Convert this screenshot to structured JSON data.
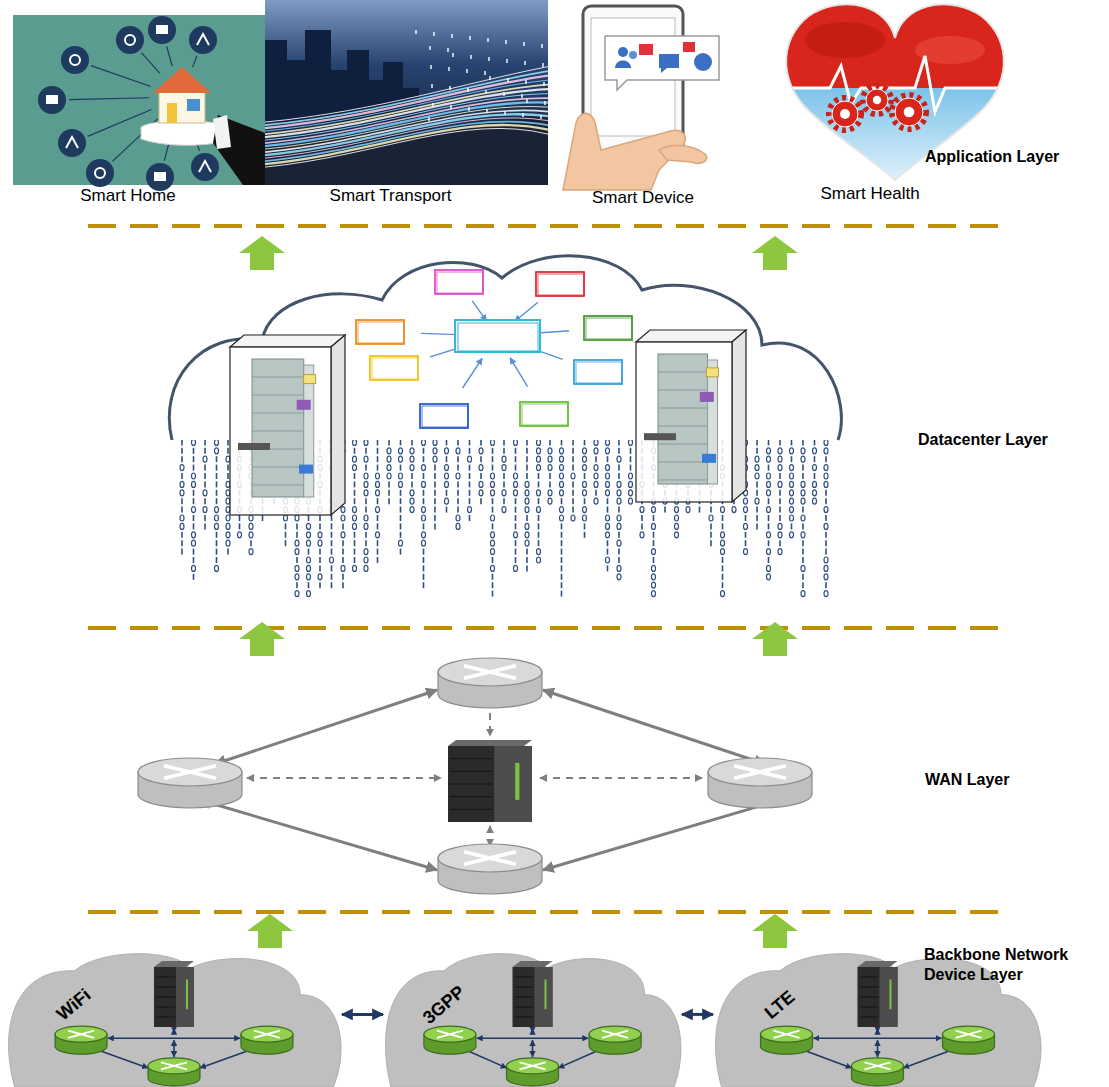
{
  "diagram": {
    "nodes": [
      {
        "text": [
          "Smart Home"
        ]
      },
      {
        "text": [
          "Smart Transport"
        ]
      },
      {
        "text": [
          "Smart Device"
        ]
      },
      {
        "text": [
          "Smart Health"
        ]
      },
      {
        "text": [
          "WiFi"
        ]
      },
      {
        "text": [
          "3GPP"
        ]
      },
      {
        "text": [
          "LTE"
        ]
      }
    ],
    "edges": [
      {
        "from": 4,
        "to": 5,
        "arrow": "both"
      },
      {
        "from": 5,
        "to": 6,
        "arrow": "both"
      }
    ],
    "labels": [
      "Application Layer",
      "Datacenter Layer",
      "WAN Layer",
      "Backbone Network Device Layer"
    ]
  }
}
